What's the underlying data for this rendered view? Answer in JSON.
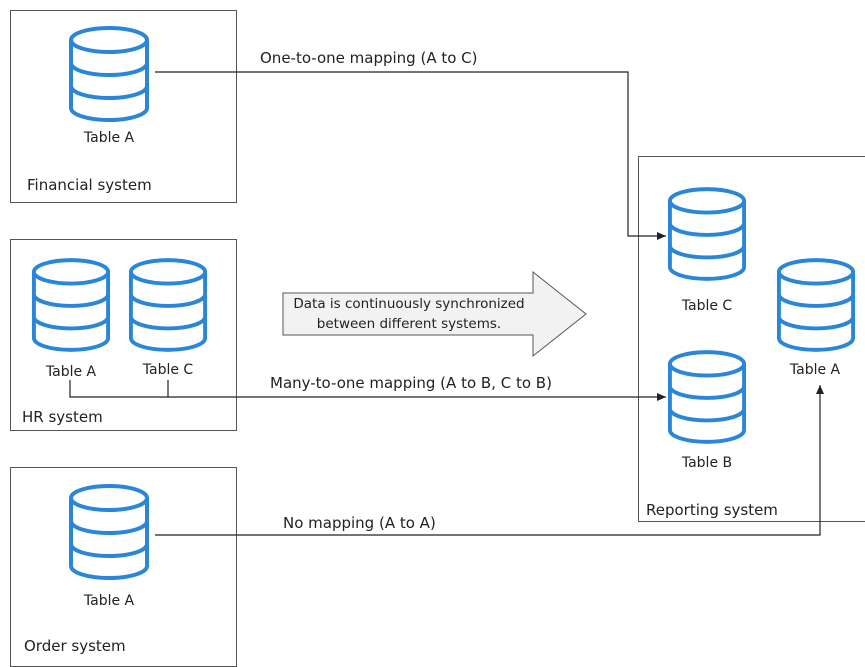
{
  "systems": {
    "financial": {
      "label": "Financial system",
      "table": "Table A"
    },
    "hr": {
      "label": "HR system",
      "table_a": "Table A",
      "table_c": "Table C"
    },
    "order": {
      "label": "Order system",
      "table": "Table A"
    },
    "reporting": {
      "label": "Reporting system",
      "table_c": "Table C",
      "table_b": "Table B",
      "table_a": "Table A"
    }
  },
  "mappings": {
    "one_to_one": "One-to-one mapping (A to C)",
    "many_to_one": "Many-to-one mapping (A to B, C to B)",
    "no_mapping": "No mapping (A to A)"
  },
  "banner": {
    "line1": "Data is continuously synchronized",
    "line2": "between different systems."
  },
  "colors": {
    "db_stroke": "#2a86d8",
    "border": "#555555",
    "line": "#222222",
    "arrow_fill": "#f2f2f2"
  }
}
